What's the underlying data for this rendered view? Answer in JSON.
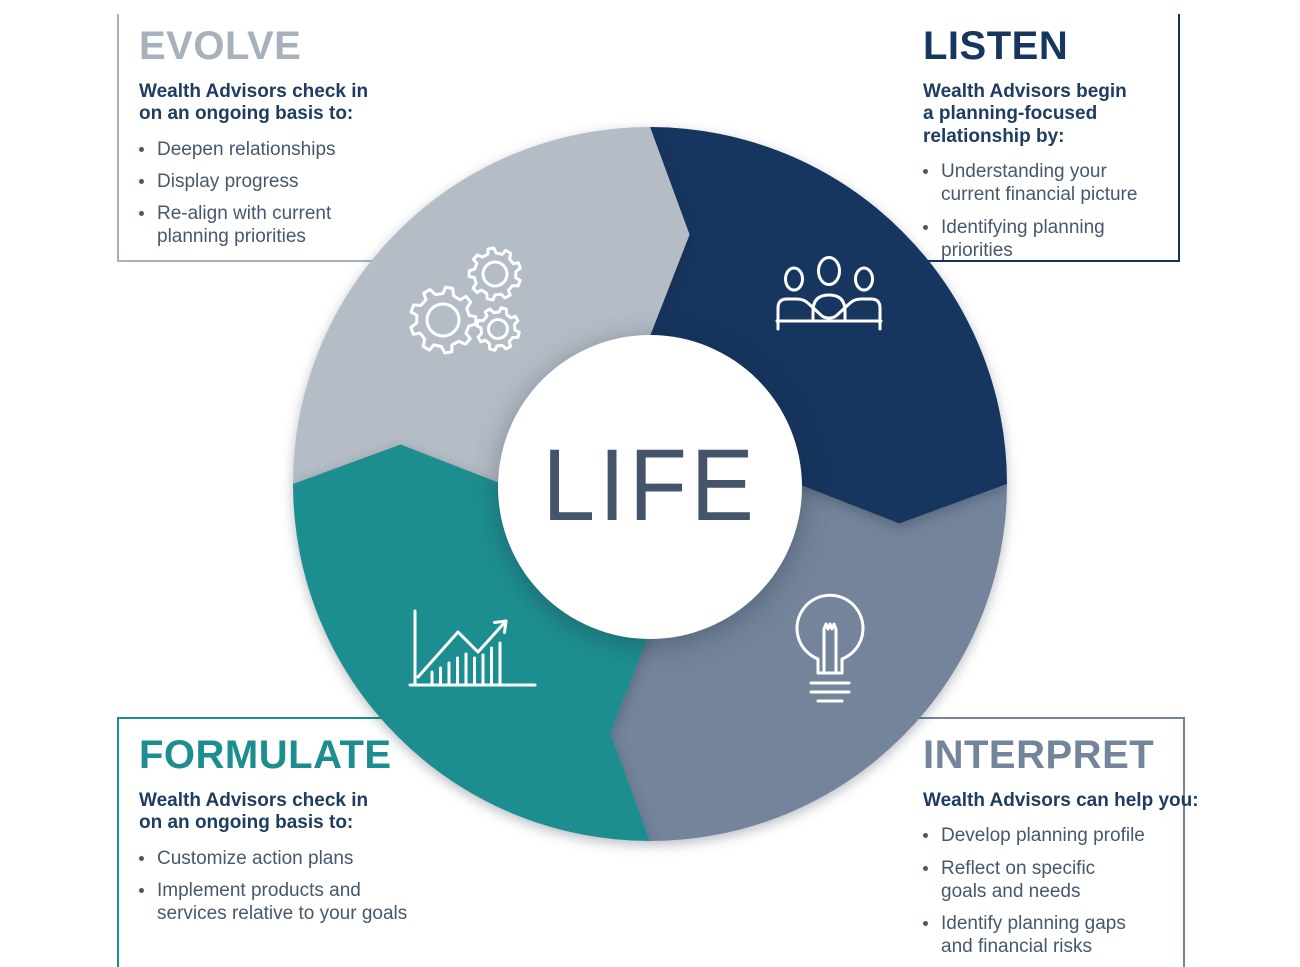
{
  "center": {
    "label": "LIFE"
  },
  "colors": {
    "navy": "#16355f",
    "slate": "#73849b",
    "teal": "#1d8e8f",
    "gray": "#b4bcc5",
    "gray_title": "#a7b1bb",
    "intro_text": "#1e3d60",
    "bullet_text": "#46586e",
    "life_text": "#44546a",
    "icon_stroke": "#ffffff",
    "hub_fill": "#ffffff"
  },
  "sections": {
    "evolve": {
      "title": "EVOLVE",
      "intro": "Wealth Advisors check in\non an ongoing basis to:",
      "bullets": [
        "Deepen relationships",
        "Display progress",
        "Re-align with current\nplanning priorities"
      ],
      "icon": "gears-icon"
    },
    "listen": {
      "title": "LISTEN",
      "intro": "Wealth Advisors begin\na planning-focused\nrelationship by:",
      "bullets": [
        "Understanding your\ncurrent financial picture",
        "Identifying planning\npriorities"
      ],
      "icon": "meeting-icon"
    },
    "interpret": {
      "title": "INTERPRET",
      "intro": "Wealth Advisors can help you:",
      "bullets": [
        "Develop planning profile",
        "Reflect on specific\ngoals and needs",
        "Identify planning gaps\nand financial risks"
      ],
      "icon": "lightbulb-icon"
    },
    "formulate": {
      "title": "FORMULATE",
      "intro": "Wealth Advisors check in\non an ongoing basis to:",
      "bullets": [
        "Customize action plans",
        "Implement products and\nservices relative to your goals"
      ],
      "icon": "growth-chart-icon"
    }
  }
}
